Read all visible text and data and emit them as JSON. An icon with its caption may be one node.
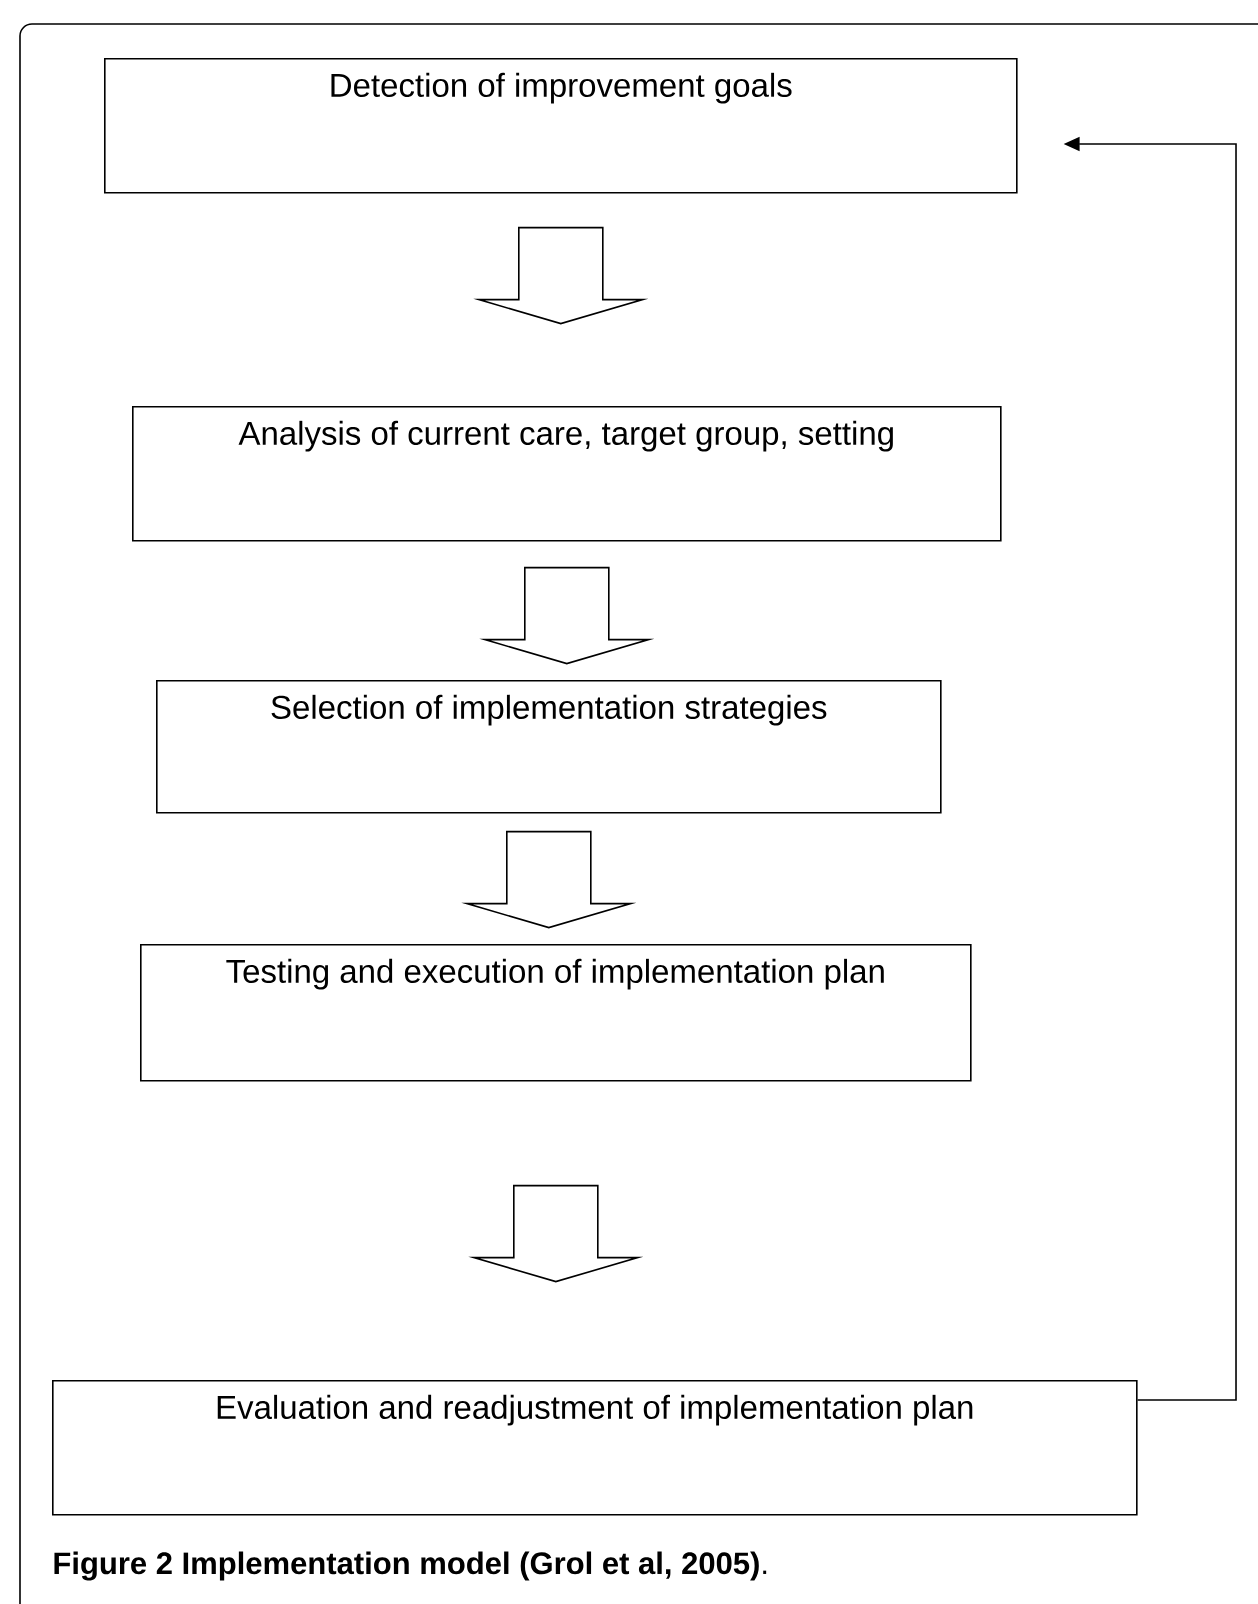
{
  "diagram": {
    "caption": "**Figure 2 Implementation model (Grol et al, 2005)**.",
    "nodes": [
      {
        "text": [
          "Detection of improvement goals"
        ]
      },
      {
        "text": [
          "Analysis of current care, target group, setting"
        ]
      },
      {
        "text": [
          "Selection of implementation strategies"
        ]
      },
      {
        "text": [
          "Testing and execution of implementation plan"
        ]
      },
      {
        "text": [
          "Evaluation and readjustment of implementation plan"
        ]
      }
    ],
    "edges": [
      {
        "from": 0,
        "to": 1,
        "arrow": "to"
      },
      {
        "from": 1,
        "to": 2,
        "arrow": "to"
      },
      {
        "from": 2,
        "to": 3,
        "arrow": "to"
      },
      {
        "from": 3,
        "to": 4,
        "arrow": "to"
      },
      {
        "from": 4,
        "to": 0,
        "arrow": "to"
      }
    ]
  }
}
